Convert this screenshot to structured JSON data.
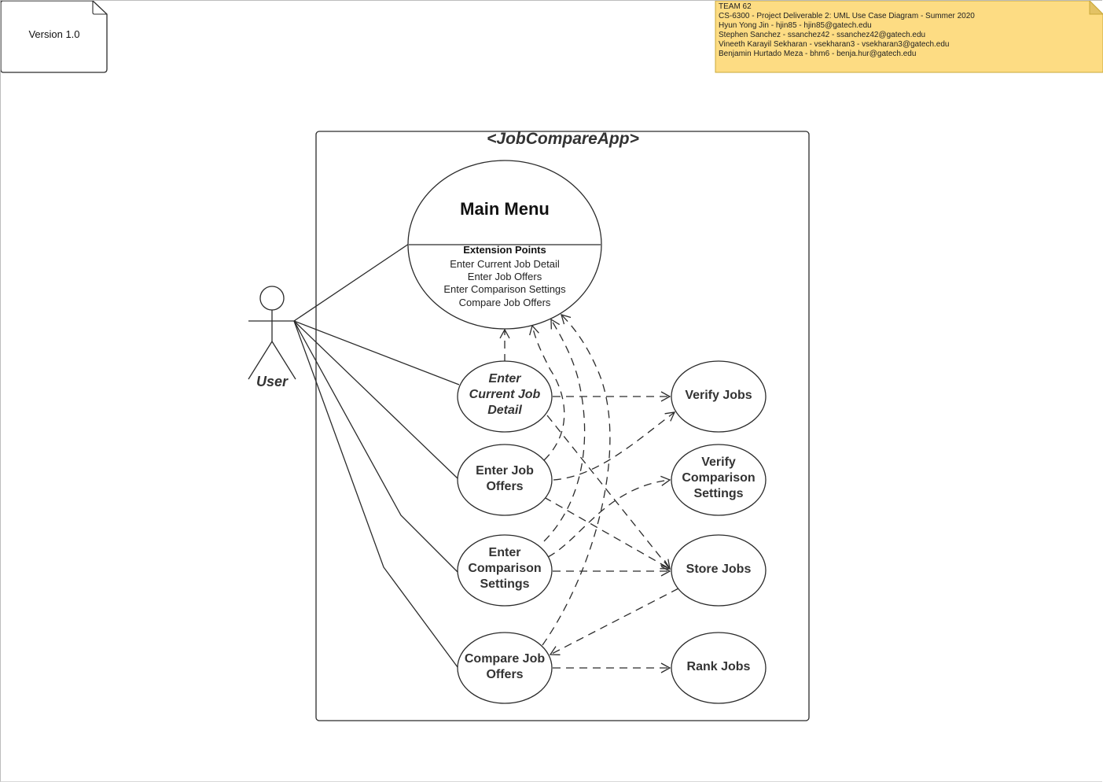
{
  "version_note": {
    "text": "Version 1.0"
  },
  "team_note": {
    "lines": [
      "TEAM 62",
      "CS-6300 - Project Deliverable 2: UML Use Case Diagram - Summer 2020",
      "Hyun Yong Jin - hjin85 - hjin85@gatech.edu",
      "Stephen Sanchez - ssanchez42 - ssanchez42@gatech.edu",
      "Vineeth Karayil Sekharan - vsekharan3 - vsekharan3@gatech.edu",
      "Benjamin Hurtado Meza - bhm6 - benja.hur@gatech.edu"
    ],
    "color": "#fddc83"
  },
  "system": {
    "title": "<JobCompareApp>"
  },
  "actor": {
    "label": "User"
  },
  "main_menu": {
    "title": "Main Menu",
    "extension_heading": "Extension Points",
    "extension_points": [
      "Enter Current Job Detail",
      "Enter Job Offers",
      "Enter Comparison Settings",
      "Compare Job Offers"
    ]
  },
  "use_cases": {
    "enter_current_job": [
      "Enter",
      "Current Job",
      "Detail"
    ],
    "enter_job_offers": [
      "Enter Job",
      "Offers"
    ],
    "enter_comparison_settings": [
      "Enter",
      "Comparison",
      "Settings"
    ],
    "compare_job_offers": [
      "Compare Job",
      "Offers"
    ],
    "verify_jobs": [
      "Verify Jobs"
    ],
    "verify_comparison_settings": [
      "Verify",
      "Comparison",
      "Settings"
    ],
    "store_jobs": [
      "Store Jobs"
    ],
    "rank_jobs": [
      "Rank Jobs"
    ]
  },
  "colors": {
    "stroke": "#2b2b2b",
    "text": "#333333",
    "note_border": "#c9a83a"
  }
}
